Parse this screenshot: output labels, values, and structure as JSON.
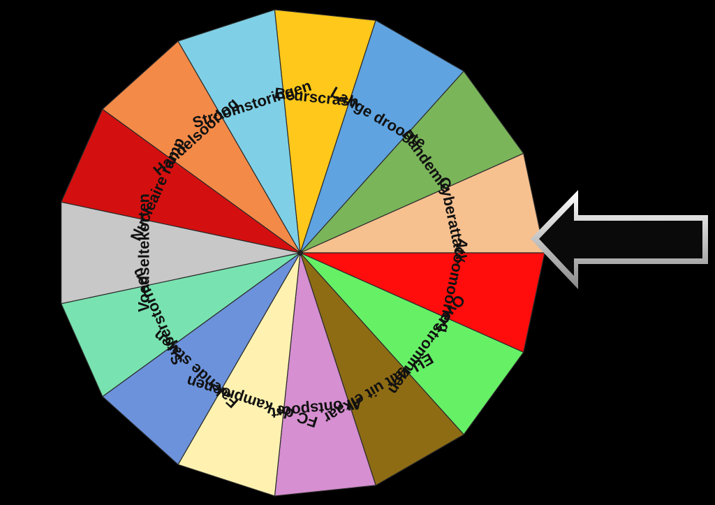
{
  "wheel": {
    "segments": [
      {
        "label": "Stroomstoringen",
        "color": "#7fd0e6"
      },
      {
        "label": "Beurscrash",
        "color": "#ffc81a"
      },
      {
        "label": "Lange droogte",
        "color": "#5fa3e0"
      },
      {
        "label": "Pandemie",
        "color": "#7ab55a"
      },
      {
        "label": "Cyberattack",
        "color": "#f7c08f"
      },
      {
        "label": "Atoomoorlog",
        "color": "#ff0c0c"
      },
      {
        "label": "Overstromingen",
        "color": "#66f066"
      },
      {
        "label": "EU valt uit elkaar",
        "color": "#8e6c14"
      },
      {
        "label": "AI ontspoort",
        "color": "#d68fd0"
      },
      {
        "label": "FC de kampioenen",
        "color": "#fff2b0"
      },
      {
        "label": "Falende staten",
        "color": "#6c92dc"
      },
      {
        "label": "Superstormen",
        "color": "#78e3b0"
      },
      {
        "label": "Voedseltekorten",
        "color": "#c8c8c8"
      },
      {
        "label": "Nucleaire ramp",
        "color": "#d40f0f"
      },
      {
        "label": "Handelsoorlog",
        "color": "#f48a48"
      }
    ]
  },
  "pointer": {
    "icon": "arrow-left-icon",
    "color": "#0a0a0a",
    "border": "#d9d9d9"
  }
}
